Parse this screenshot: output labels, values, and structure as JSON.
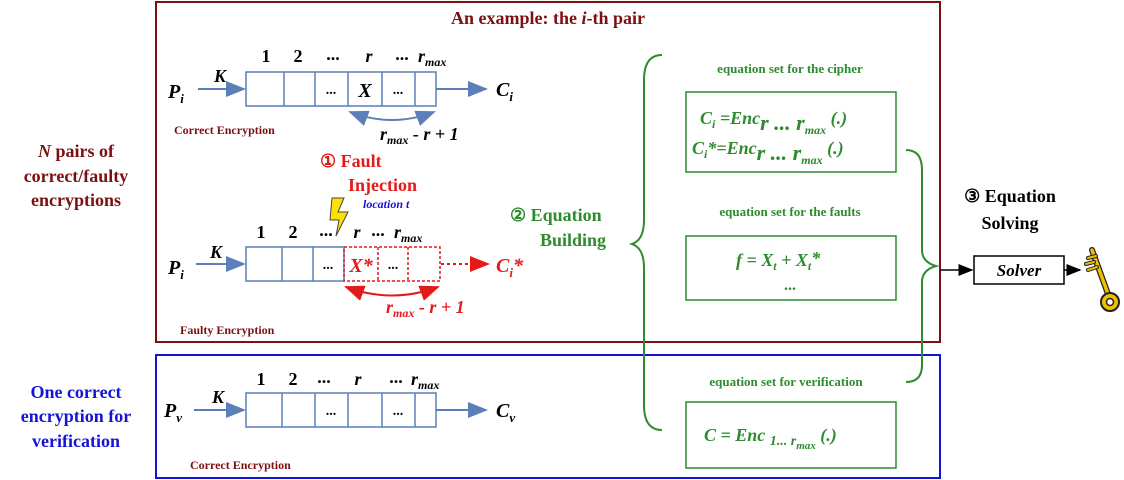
{
  "colors": {
    "dark_red": "#7b1010",
    "red": "#e31a1a",
    "blue": "#1414d6",
    "green": "#2e8b2e",
    "cell_border": "#5b7fb8",
    "arrow": "#5b7fb8",
    "key_gold": "#f0c000"
  },
  "example_box": {
    "title_prefix": "An example: the ",
    "title_i": "i",
    "title_suffix": "-th pair"
  },
  "left_labels": {
    "n_pairs_n": "N",
    "n_pairs_line1": " pairs of",
    "n_pairs_line2": "correct/faulty",
    "n_pairs_line3": "encryptions",
    "verif_line1": "One correct",
    "verif_line2": "encryption for",
    "verif_line3": "verification"
  },
  "rounds": {
    "r1": "1",
    "r2": "2",
    "dots": "...",
    "r": "r",
    "rmax_r": "r",
    "rmax_sub": "max"
  },
  "correct_enc": {
    "plain": "P",
    "plain_sub": "i",
    "key": "K",
    "cipher": "C",
    "cipher_sub": "i",
    "cell_dots": "...",
    "cell_x": "X",
    "span_r": "r",
    "span_sub": "max",
    "span_rest": " - r + 1",
    "label": "Correct Encryption"
  },
  "fault": {
    "step": "① Fault",
    "injection": "Injection",
    "location": "location t"
  },
  "faulty_enc": {
    "plain": "P",
    "plain_sub": "i",
    "key": "K",
    "cipher": "C",
    "cipher_sub": "i",
    "cipher_star": "*",
    "cell_xstar": "X*",
    "cell_dots": "...",
    "span_r": "r",
    "span_sub": "max",
    "span_rest": " - r + 1",
    "label": "Faulty Encryption"
  },
  "verif_enc": {
    "plain": "P",
    "plain_sub": "v",
    "key": "K",
    "cipher": "C",
    "cipher_sub": "v",
    "cell_dots": "...",
    "label": "Correct Encryption"
  },
  "equation_building": {
    "line1": "②  Equation",
    "line2": "Building"
  },
  "eq_cipher": {
    "title": "equation set for the cipher",
    "l1_c": "C",
    "l1_sub": "i",
    "l1_eq": " =Enc",
    "l1_r": "r ... r",
    "l1_max": "max",
    "l1_end": " (.)",
    "l2_c": "C",
    "l2_sub": "i",
    "l2_eq": "*=Enc",
    "l2_r": "r ... r",
    "l2_max": "max",
    "l2_end": " (.)"
  },
  "eq_faults": {
    "title": "equation set for the faults",
    "l1_f": "f = X",
    "l1_t": "t",
    "l1_plus": " + X",
    "l1_t2": "t",
    "l1_star": "*",
    "l2": "..."
  },
  "eq_verif": {
    "title": "equation set for verification",
    "c": "C = Enc ",
    "r": "1... r",
    "max": "max",
    "end": " (.)"
  },
  "solving": {
    "line1": "③ Equation",
    "line2": "Solving",
    "solver": "Solver"
  }
}
